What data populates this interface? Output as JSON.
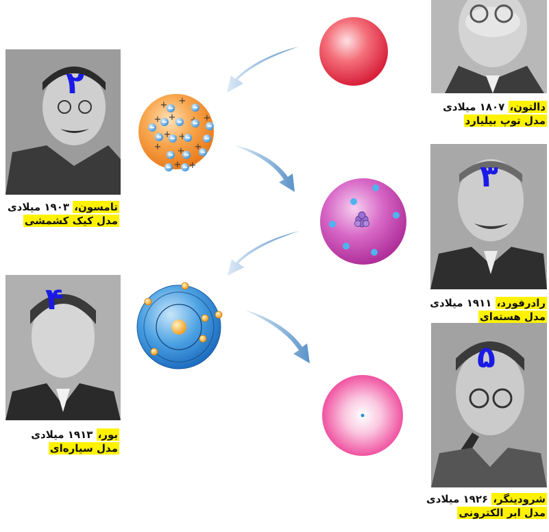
{
  "scientists": [
    {
      "id": "dalton",
      "name": "دالتون،",
      "year": "۱۸۰۷ میلادی",
      "model": "مدل توپ بیلیارد",
      "number": ""
    },
    {
      "id": "thomson",
      "name": "تامسون،",
      "year": "۱۹۰۳ میلادی",
      "model": "مدل کیک کشمشی",
      "number": "۲"
    },
    {
      "id": "rutherford",
      "name": "رادرفورد،",
      "year": "۱۹۱۱ میلادی",
      "model": "مدل هسته‌ای",
      "number": "۳"
    },
    {
      "id": "bohr",
      "name": "بور،",
      "year": "۱۹۱۳ میلادی",
      "model": "مدل سیاره‌ای",
      "number": "۴"
    },
    {
      "id": "schrodinger",
      "name": "شرودینگر،",
      "year": "۱۹۲۶ میلادی",
      "model": "مدل ابر الکترونی",
      "number": "۵"
    }
  ],
  "symbols": {
    "plus": "+",
    "minus": "−"
  },
  "colors": {
    "highlight": "#fff200",
    "arrow": "#5b93c9",
    "handwriting": "#1a1ae6"
  }
}
